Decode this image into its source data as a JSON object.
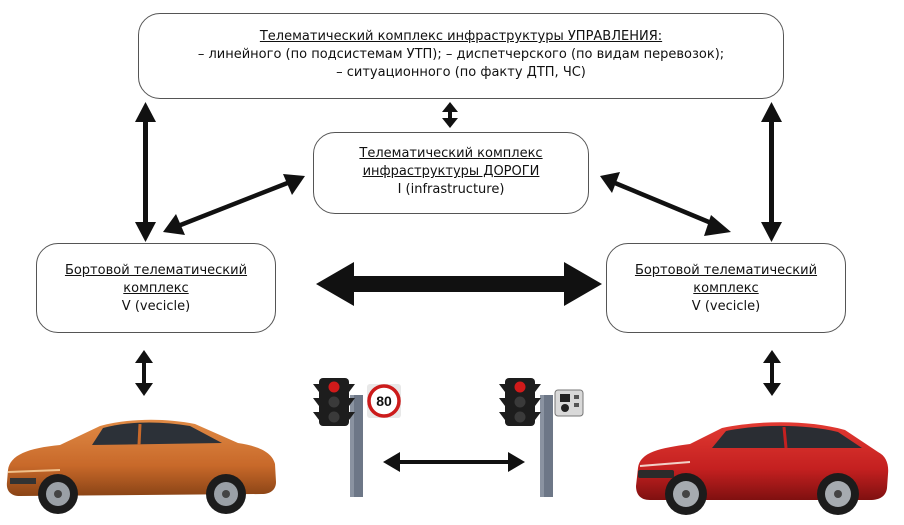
{
  "top_box": {
    "title": "Телематический комплекс инфраструктуры УПРАВЛЕНИЯ:",
    "line1": "– линейного (по подсистемам УТП); – диспетчерского (по видам перевозок);",
    "line2": "– ситуационного (по факту ДТП, ЧС)"
  },
  "middle_box": {
    "title_line1": "Телематический комплекс",
    "title_line2": "инфраструктуры ДОРОГИ",
    "line3": "I (infrastructure)"
  },
  "left_box": {
    "title_line1": "Бортовой телематический",
    "title_line2": "комплекс",
    "line3": "V (vecicle)"
  },
  "right_box": {
    "title_line1": "Бортовой телематический",
    "title_line2": "комплекс",
    "line3": "V (vecicle)"
  },
  "speed_sign": {
    "value": "80"
  },
  "colors": {
    "arrow": "#111111",
    "left_car": "#c8692a",
    "right_car": "#c42020",
    "traffic_light_red": "#d11a1a",
    "pole": "#6d7787"
  }
}
